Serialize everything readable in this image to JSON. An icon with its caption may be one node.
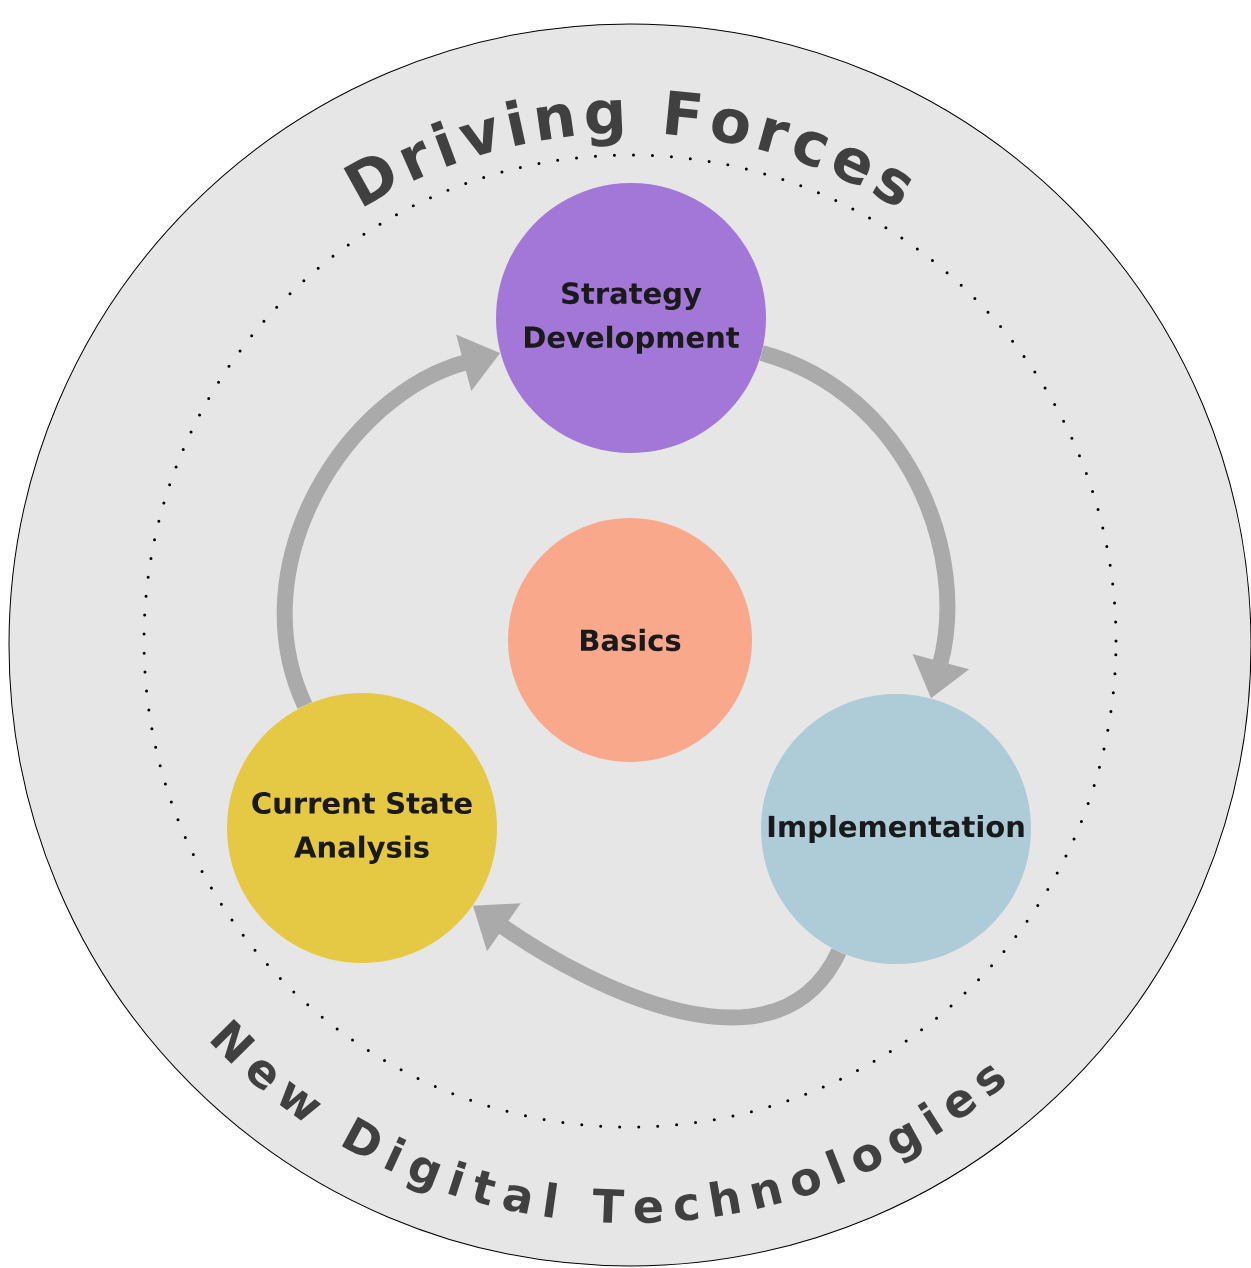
{
  "diagram": {
    "nodes": [
      {
        "text": [
          "Driving Forces",
          "New Digital Technologies"
        ]
      },
      {
        "text": [
          "Strategy Development"
        ],
        "in": 0
      },
      {
        "text": [
          "Basics"
        ],
        "in": 0
      },
      {
        "text": [
          "Current State Analysis"
        ],
        "in": 0
      },
      {
        "text": [
          "Implementation"
        ],
        "in": 0
      }
    ],
    "edges": [
      {
        "from": 3,
        "to": 1,
        "arrow": "to"
      },
      {
        "from": 1,
        "to": 4,
        "arrow": "to"
      },
      {
        "from": 4,
        "to": 3,
        "arrow": "to"
      }
    ]
  }
}
